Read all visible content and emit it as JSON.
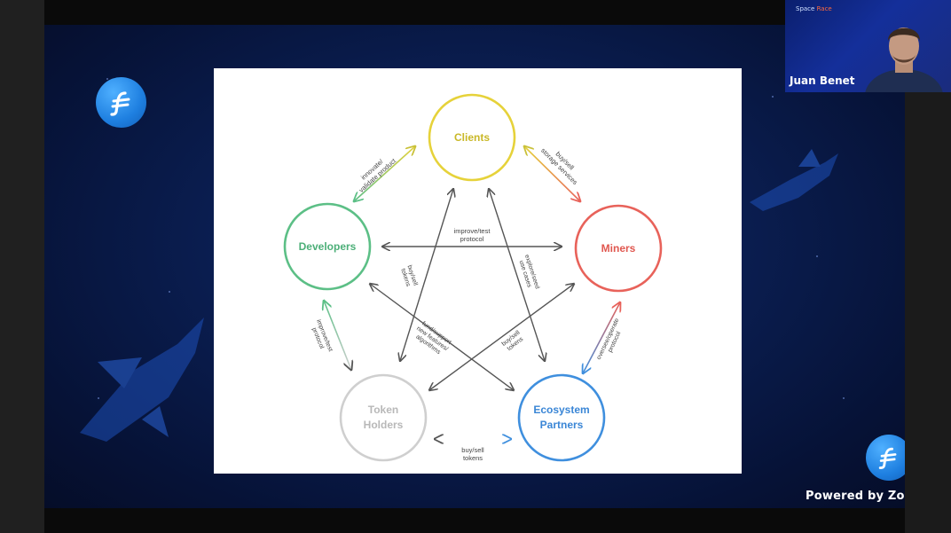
{
  "meeting": {
    "participant_name": "Juan Benet",
    "video_banner_prefix": "Space",
    "video_banner_accent": "Race",
    "powered_by": "Powered by Zoom"
  },
  "colors": {
    "clients": "#e6d23a",
    "miners": "#e8625a",
    "developers": "#5cbf86",
    "token_holders": "#cfcfcf",
    "ecosystem": "#3f8fde",
    "arrow": "#555555",
    "logo": "#1e7fe0"
  },
  "diagram": {
    "nodes": [
      {
        "id": "clients",
        "label": "Clients"
      },
      {
        "id": "miners",
        "label": "Miners"
      },
      {
        "id": "developers",
        "label": "Developers"
      },
      {
        "id": "token_holders",
        "label": "Token Holders"
      },
      {
        "id": "ecosystem",
        "label": "Ecosystem Partners"
      }
    ],
    "edge_labels": {
      "dev_clients": "innovate/ validate product",
      "clients_miners": "buy/sell storage services",
      "dev_miners": "improve/test protocol",
      "clients_token": "buy/sell tokens",
      "clients_eco": "explore/seed use cases",
      "dev_token": "improve/test protocol",
      "dev_eco": "fund/support new features/ algorithms",
      "miners_token": "buy/sell tokens",
      "miners_eco": "oversee/operate protocol",
      "token_eco": "buy/sell tokens"
    }
  }
}
